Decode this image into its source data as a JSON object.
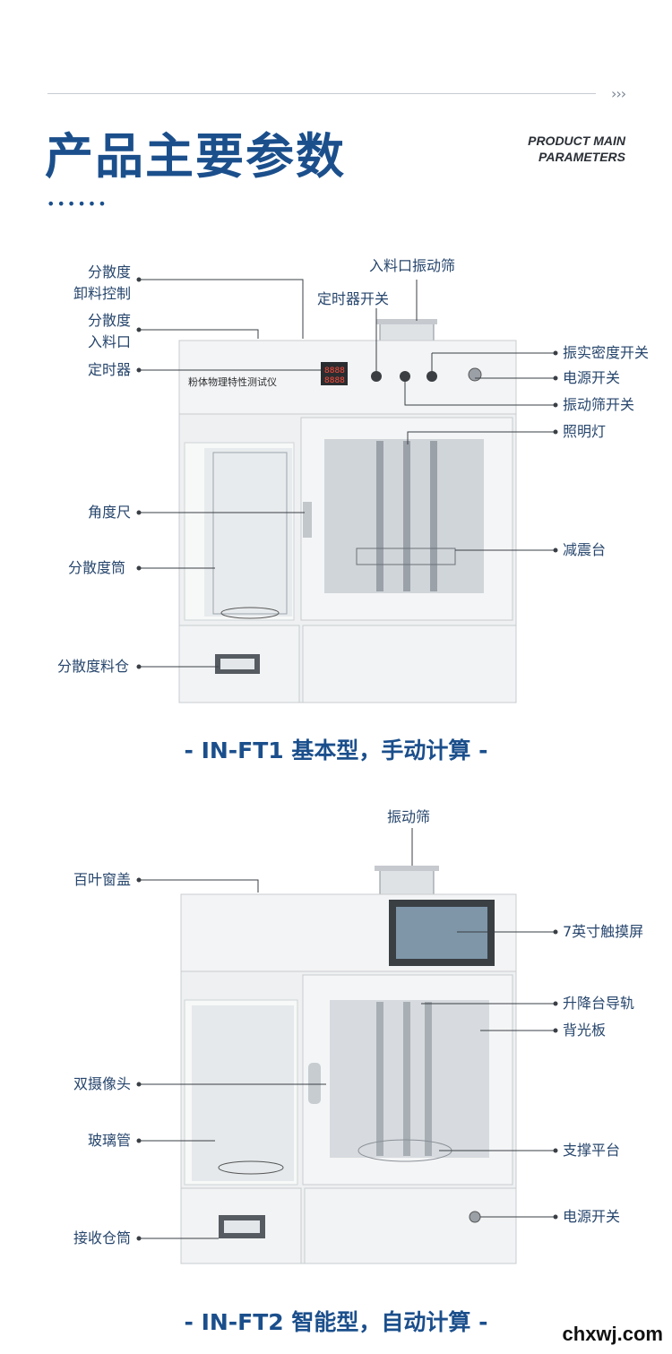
{
  "header": {
    "title": "产品主要参数",
    "subtitle_en_line1": "PRODUCT MAIN",
    "subtitle_en_line2": "PARAMETERS",
    "arrow": "›››",
    "dots": "••••••"
  },
  "ft1": {
    "panel_text": "粉体物理特性测试仪",
    "timer_display": "8888",
    "labels_left": {
      "disp_unload_1": "分散度",
      "disp_unload_2": "卸料控制",
      "disp_inlet_1": "分散度",
      "disp_inlet_2": "入料口",
      "timer": "定时器",
      "angle_ruler": "角度尺",
      "disp_tube": "分散度筒",
      "disp_bin": "分散度料仓"
    },
    "labels_top": {
      "inlet_sieve": "入料口振动筛",
      "timer_switch": "定时器开关"
    },
    "labels_right": {
      "tap_density_switch": "振实密度开关",
      "power_switch": "电源开关",
      "sieve_switch": "振动筛开关",
      "light": "照明灯",
      "damper": "减震台"
    },
    "caption": "- IN-FT1 基本型，手动计算 -"
  },
  "ft2": {
    "labels_left": {
      "louver_cover": "百叶窗盖",
      "dual_camera": "双摄像头",
      "glass_tube": "玻璃管",
      "receiver": "接收仓筒"
    },
    "labels_top": {
      "sieve": "振动筛"
    },
    "labels_right": {
      "touchscreen": "7英寸触摸屏",
      "lift_rail": "升降台导轨",
      "backlight": "背光板",
      "support": "支撑平台",
      "power_switch": "电源开关"
    },
    "caption": "- IN-FT2 智能型，自动计算 -"
  },
  "watermark": "chxwj.com",
  "colors": {
    "brand_blue": "#1b4f8c",
    "label": "#27466d",
    "device_body": "#f1f2f3"
  }
}
